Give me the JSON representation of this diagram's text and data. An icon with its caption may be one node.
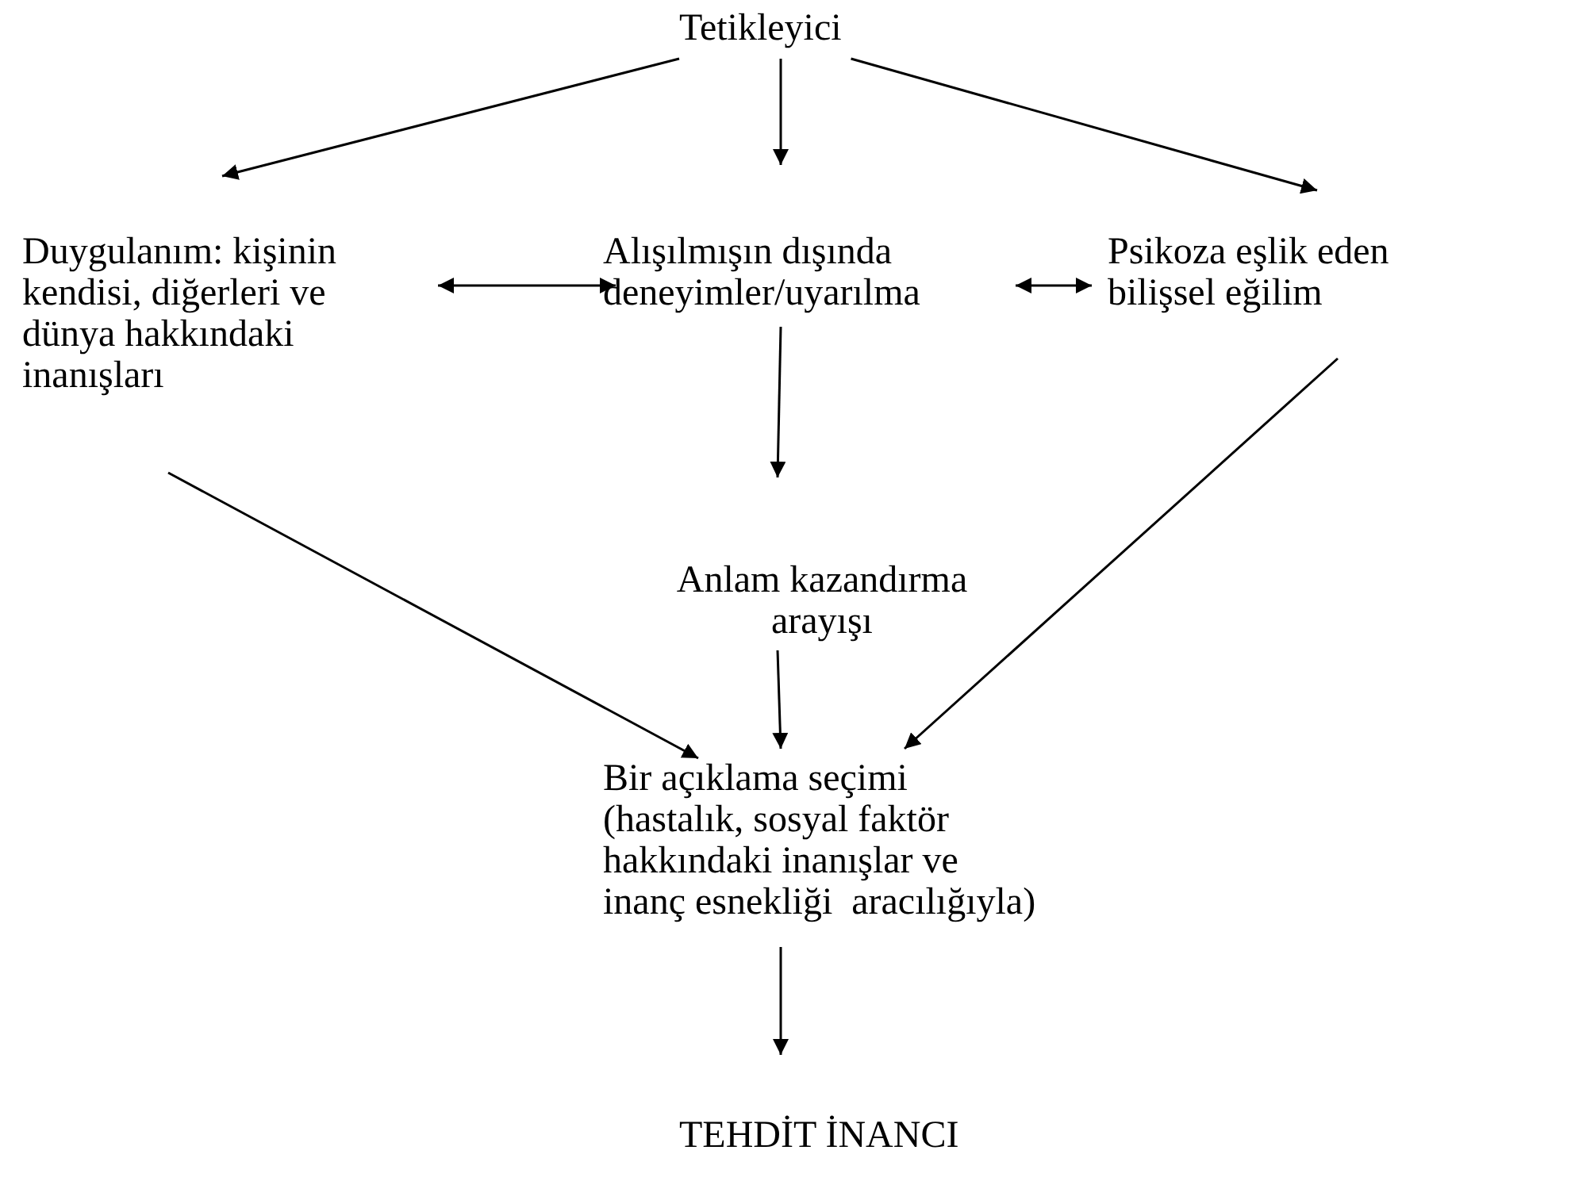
{
  "diagram": {
    "nodes": [
      {
        "text": [
          "Tetikleyici"
        ]
      },
      {
        "text": [
          "Duygulanım: kişinin kendisi, diğerleri ve dünya hakkındaki inanışları"
        ]
      },
      {
        "text": [
          "Alışılmışın dışında deneyimler/uyarılma"
        ]
      },
      {
        "text": [
          "Psikoza eşlik eden bilişsel eğilim"
        ]
      },
      {
        "text": [
          "Anlam kazandırma arayışı"
        ]
      },
      {
        "text": [
          "Bir açıklama seçimi",
          "(hastalık, sosyal faktör hakkındaki inanışlar ve inanç esnekliği  aracılığıyla)"
        ]
      },
      {
        "text": [
          "TEHDİT İNANCI"
        ]
      }
    ],
    "edges": [
      {
        "from": 0,
        "to": 1,
        "arrow": "to"
      },
      {
        "from": 0,
        "to": 2,
        "arrow": "to"
      },
      {
        "from": 0,
        "to": 3,
        "arrow": "to"
      },
      {
        "from": 1,
        "to": 2,
        "arrow": "both"
      },
      {
        "from": 2,
        "to": 3,
        "arrow": "both"
      },
      {
        "from": 2,
        "to": 4,
        "arrow": "to"
      },
      {
        "from": 1,
        "to": 5,
        "arrow": "to"
      },
      {
        "from": 4,
        "to": 5,
        "arrow": "to"
      },
      {
        "from": 3,
        "to": 5,
        "arrow": "to"
      },
      {
        "from": 5,
        "to": 6,
        "arrow": "to"
      }
    ]
  }
}
